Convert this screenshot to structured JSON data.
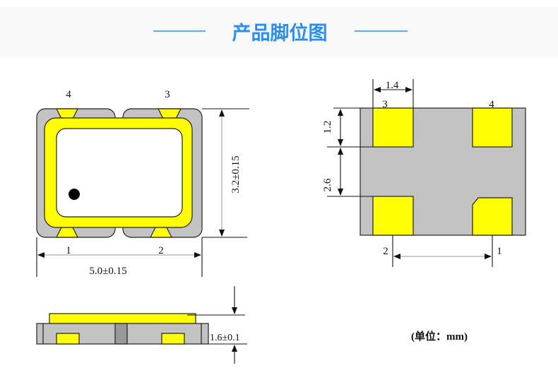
{
  "header": {
    "title": "产品脚位图",
    "accent_color": "#2a8ff0"
  },
  "top_view": {
    "pin_labels": {
      "p4": "4",
      "p3": "3",
      "p1": "1",
      "p2": "2"
    },
    "height_dim": "3.2±0.15",
    "width_dim": "5.0±0.15"
  },
  "pad_view": {
    "pin_labels": {
      "p3": "3",
      "p4": "4",
      "p2": "2",
      "p1": "1"
    },
    "pad_width_dim": "1.4",
    "pad_height_dim": "1.2",
    "pad_gap_dim": "2.6"
  },
  "side_view": {
    "thickness_dim": "1.6±0.1"
  },
  "unit_note": "(单位：mm)"
}
